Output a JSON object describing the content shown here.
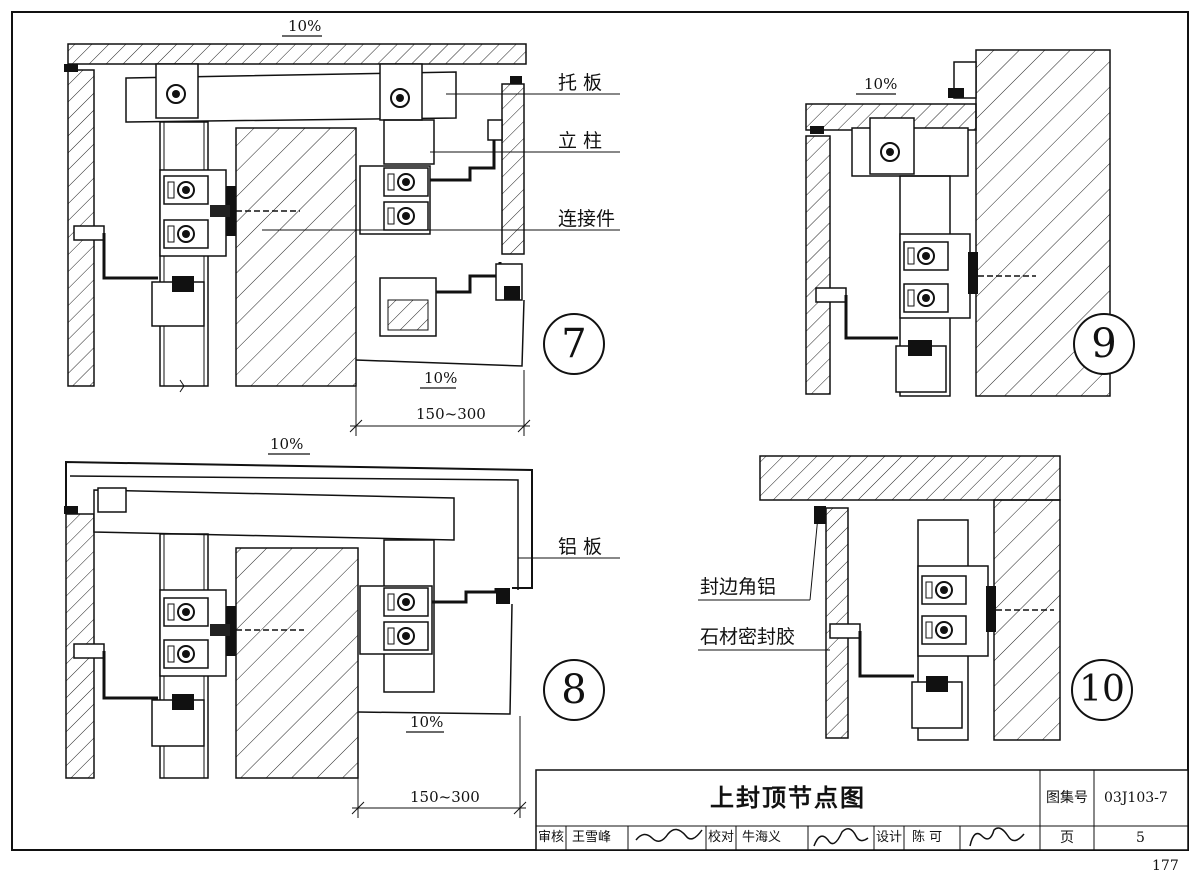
{
  "labels": {
    "tuoban": "托 板",
    "lizhu": "立 柱",
    "lianjiejian": "连接件",
    "lvban": "铝 板",
    "fengbianjiaolv": "封边角铝",
    "shicaimifengjiao": "石材密封胶"
  },
  "slopes": {
    "d7_top": "10%",
    "d7_bottom": "10%",
    "d8_top": "10%",
    "d8_bottom": "10%",
    "d9_top": "10%"
  },
  "dimensions": {
    "d7_width": "150~300",
    "d8_width": "150~300"
  },
  "detail_numbers": {
    "d7": "7",
    "d8": "8",
    "d9": "9",
    "d10": "10"
  },
  "title_block": {
    "title": "上封顶节点图",
    "atlas_label": "图集号",
    "atlas_number": "03J103-7",
    "page_label": "页",
    "page_number": "5",
    "review_label": "审核",
    "reviewer": "王雪峰",
    "check_label": "校对",
    "checker": "牛海义",
    "design_label": "设计",
    "designer": "陈 可"
  },
  "sheet_page_number": "177"
}
